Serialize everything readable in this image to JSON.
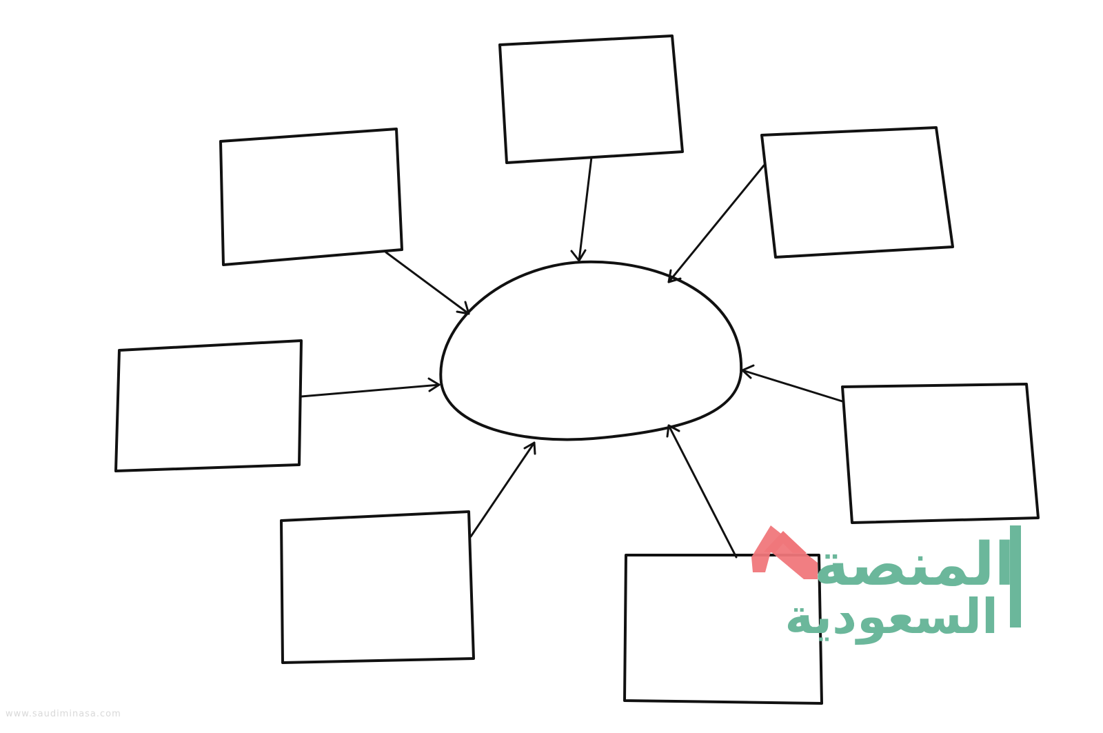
{
  "watermark": {
    "line1": "المنصة",
    "line2": "السعودية",
    "url": "www.saudiminasa.com",
    "text_color": "#6bb79b",
    "logo_color": "#f0777b"
  },
  "diagram": {
    "type": "blank-spider-map",
    "center_shape": "ellipse",
    "outer_box_count": 7,
    "outer_boxes": [
      {
        "id": "top",
        "text": ""
      },
      {
        "id": "top-left",
        "text": ""
      },
      {
        "id": "top-right",
        "text": ""
      },
      {
        "id": "middle-left",
        "text": ""
      },
      {
        "id": "middle-right",
        "text": ""
      },
      {
        "id": "bottom-left",
        "text": ""
      },
      {
        "id": "bottom-right",
        "text": ""
      }
    ],
    "stroke_color": "#111111"
  }
}
